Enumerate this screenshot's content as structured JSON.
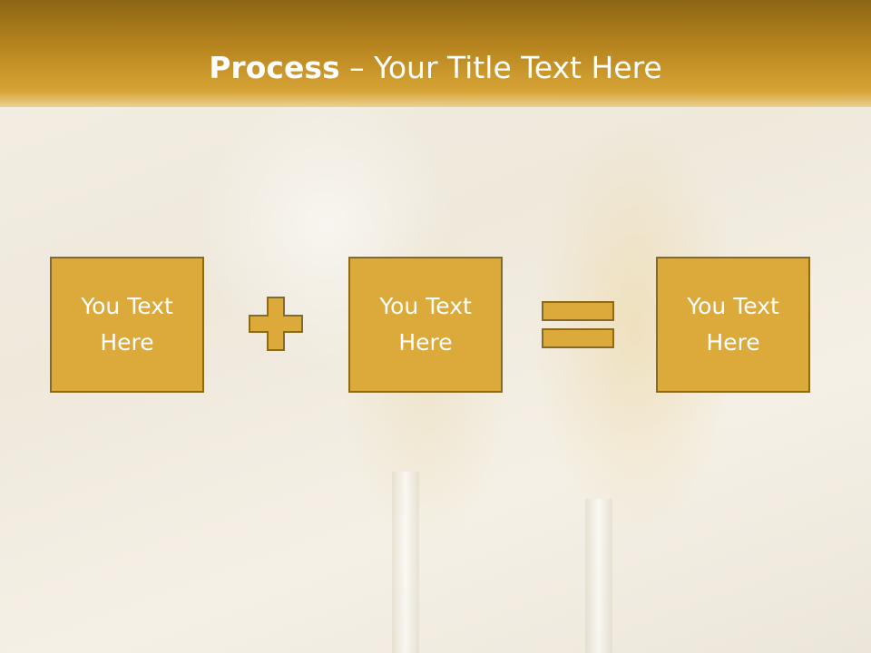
{
  "title": {
    "bold": "Process",
    "rest": " – Your Title Text Here"
  },
  "boxes": [
    {
      "line1": "You Text",
      "line2": "Here"
    },
    {
      "line1": "You Text",
      "line2": "Here"
    },
    {
      "line1": "You Text",
      "line2": "Here"
    }
  ],
  "operators": [
    "plus-icon",
    "equals-icon"
  ],
  "colors": {
    "header": "#b8861f",
    "box_fill": "#dcaa3a",
    "box_border": "#8a6a1e",
    "text": "#ffffff"
  }
}
